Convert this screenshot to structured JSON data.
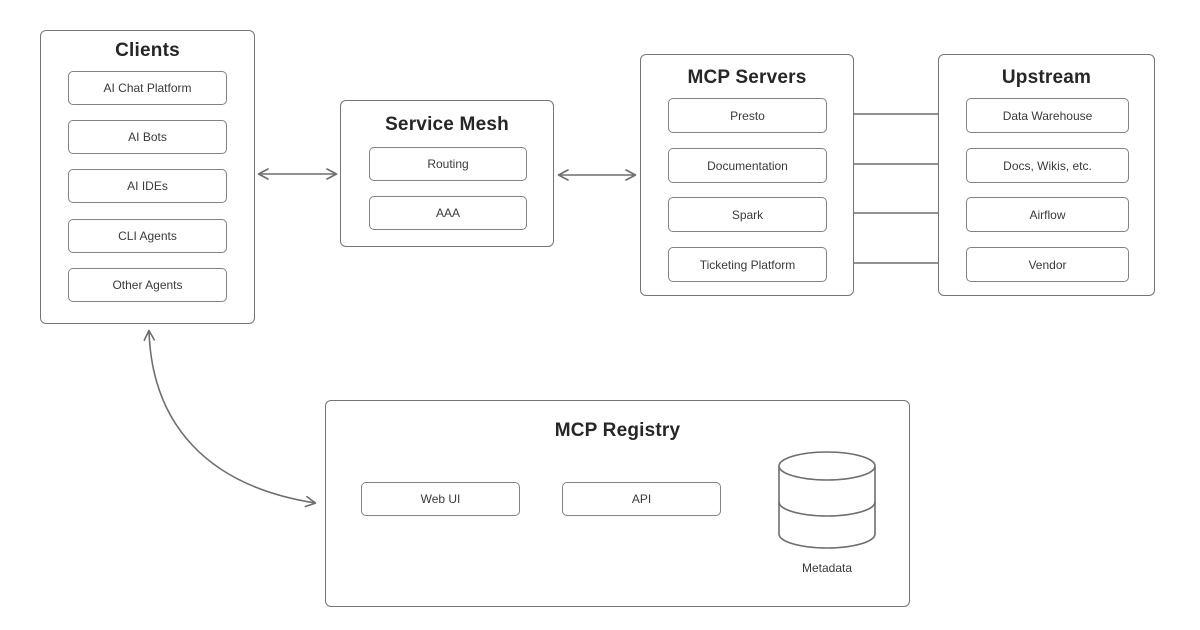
{
  "diagram": {
    "clients": {
      "title": "Clients",
      "items": [
        "AI Chat Platform",
        "AI Bots",
        "AI IDEs",
        "CLI Agents",
        "Other Agents"
      ]
    },
    "service_mesh": {
      "title": "Service Mesh",
      "items": [
        "Routing",
        "AAA"
      ]
    },
    "mcp_servers": {
      "title": "MCP Servers",
      "items": [
        "Presto",
        "Documentation",
        "Spark",
        "Ticketing Platform"
      ]
    },
    "upstream": {
      "title": "Upstream",
      "items": [
        "Data Warehouse",
        "Docs, Wikis, etc.",
        "Airflow",
        "Vendor"
      ]
    },
    "mcp_registry": {
      "title": "MCP Registry",
      "items": [
        "Web UI",
        "API"
      ],
      "database_label": "Metadata",
      "database_icon": "database-cylinder-icon"
    },
    "connections": [
      {
        "from": "Clients",
        "to": "Service Mesh",
        "type": "bidirectional"
      },
      {
        "from": "Service Mesh",
        "to": "MCP Servers",
        "type": "bidirectional"
      },
      {
        "from": "Presto",
        "to": "Data Warehouse",
        "type": "bidirectional"
      },
      {
        "from": "Documentation",
        "to": "Docs, Wikis, etc.",
        "type": "bidirectional"
      },
      {
        "from": "Spark",
        "to": "Airflow",
        "type": "bidirectional"
      },
      {
        "from": "Ticketing Platform",
        "to": "Vendor",
        "type": "bidirectional"
      },
      {
        "from": "Clients",
        "to": "MCP Registry",
        "type": "bidirectional-curved"
      }
    ],
    "colors": {
      "border": "#757575",
      "inner_border": "#828282",
      "arrow": "#6e6e6e",
      "title_text": "#262626",
      "item_text": "#3a3a3a",
      "background": "#ffffff"
    }
  }
}
